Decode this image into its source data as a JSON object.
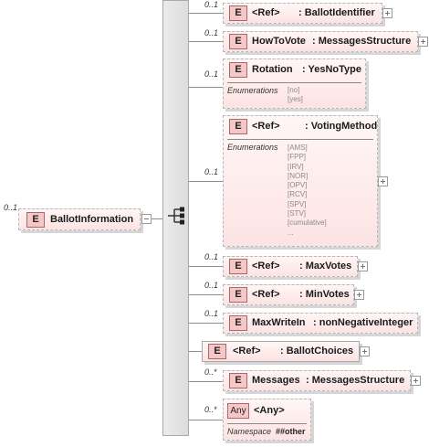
{
  "root": {
    "multiplicity": "0..1",
    "badge": "E",
    "name": "BallotInformation"
  },
  "children": {
    "ballotIdentifier": {
      "multiplicity": "0..1",
      "badge": "E",
      "ref": "<Ref>",
      "name": ": BallotIdentifier"
    },
    "howToVote": {
      "multiplicity": "0..1",
      "badge": "E",
      "name": "HowToVote",
      "type": ": MessagesStructure"
    },
    "rotation": {
      "multiplicity": "0..1",
      "badge": "E",
      "name": "Rotation",
      "type": ": YesNoType",
      "enum_label": "Enumerations",
      "values": [
        "[no]",
        "[yes]"
      ]
    },
    "votingMethod": {
      "multiplicity": "0..1",
      "badge": "E",
      "ref": "<Ref>",
      "name": ": VotingMethod",
      "enum_label": "Enumerations",
      "values": [
        "[AMS]",
        "[FPP]",
        "[IRV]",
        "[NOR]",
        "[OPV]",
        "[RCV]",
        "[SPV]",
        "[STV]",
        "[cumulative]",
        "..."
      ]
    },
    "maxVotes": {
      "multiplicity": "0..1",
      "badge": "E",
      "ref": "<Ref>",
      "name": ": MaxVotes"
    },
    "minVotes": {
      "multiplicity": "0..1",
      "badge": "E",
      "ref": "<Ref>",
      "name": ": MinVotes"
    },
    "maxWriteIn": {
      "multiplicity": "0..1",
      "badge": "E",
      "name": "MaxWriteIn",
      "type": ": nonNegativeInteger"
    },
    "ballotChoices": {
      "badge": "E",
      "ref": "<Ref>",
      "name": ": BallotChoices"
    },
    "messages": {
      "multiplicity": "0..*",
      "badge": "E",
      "name": "Messages",
      "type": ": MessagesStructure"
    },
    "any": {
      "multiplicity": "0..*",
      "badge": "Any",
      "name": "<Any>",
      "ns_label": "Namespace",
      "ns_value": "##other"
    }
  }
}
